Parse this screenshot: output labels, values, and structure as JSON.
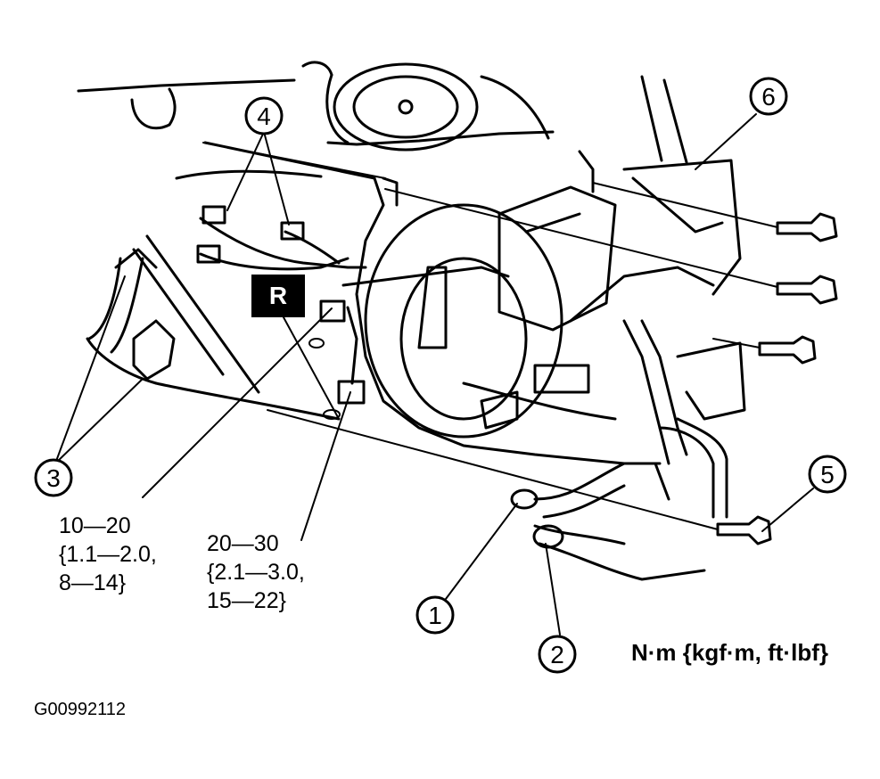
{
  "callouts": {
    "c1": "1",
    "c2": "2",
    "c3": "3",
    "c4": "4",
    "c5": "5",
    "c6": "6"
  },
  "reference_badge": "R",
  "torque_specs": {
    "spec_a": {
      "line1": "10—20",
      "line2": "{1.1—2.0,",
      "line3": "8—14}"
    },
    "spec_b": {
      "line1": "20—30",
      "line2": "{2.1—3.0,",
      "line3": "15—22}"
    }
  },
  "units_legend": "N·m {kgf·m, ft·lbf}",
  "figure_id": "G00992112"
}
